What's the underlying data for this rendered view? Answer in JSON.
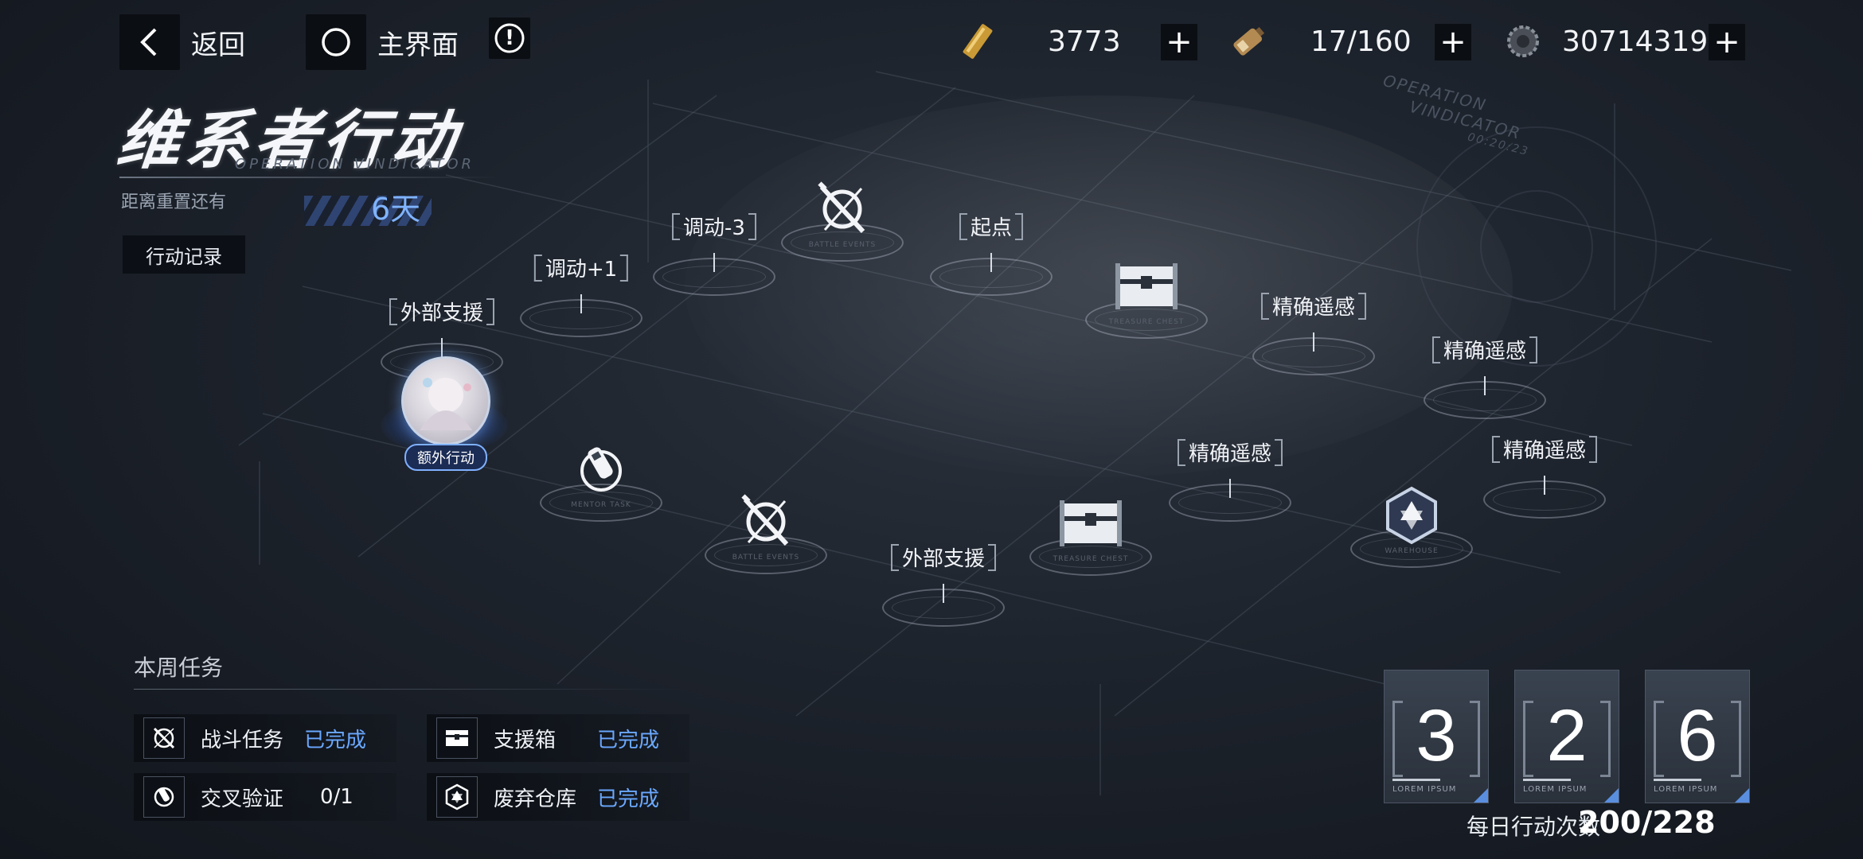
{
  "topbar": {
    "back_label": "返回",
    "home_label": "主界面",
    "info_symbol": "!",
    "resources": [
      {
        "icon": "gold-bar-icon",
        "value": "3773"
      },
      {
        "icon": "battery-icon",
        "value": "17/160"
      },
      {
        "icon": "gear-coin-icon",
        "value": "30714319"
      }
    ],
    "plus_symbol": "+"
  },
  "event": {
    "title": "维系者行动",
    "subtitle": "OPERATION VINDICATOR",
    "reset_label": "距离重置还有",
    "reset_value": "6天",
    "log_button": "行动记录"
  },
  "map": {
    "nodes": [
      {
        "label": "外部支援",
        "type": "support"
      },
      {
        "label": "调动+1",
        "type": "move"
      },
      {
        "label": "调动-3",
        "type": "move"
      },
      {
        "label": "",
        "type": "battle",
        "icon": "crossed-sword-icon",
        "sub": "BATTLE EVENTS"
      },
      {
        "label": "起点",
        "type": "start"
      },
      {
        "label": "",
        "type": "chest",
        "icon": "treasure-chest-icon",
        "sub": "TREASURE CHEST"
      },
      {
        "label": "精确遥感",
        "type": "sense"
      },
      {
        "label": "精确遥感",
        "type": "sense"
      },
      {
        "label": "",
        "type": "verify",
        "icon": "verification-icon",
        "sub": "MENTOR TASK"
      },
      {
        "label": "",
        "type": "battle",
        "icon": "crossed-sword-icon",
        "sub": "BATTLE EVENTS"
      },
      {
        "label": "外部支援",
        "type": "support"
      },
      {
        "label": "",
        "type": "chest",
        "icon": "treasure-chest-icon",
        "sub": "TREASURE CHEST"
      },
      {
        "label": "精确遥感",
        "type": "sense"
      },
      {
        "label": "",
        "type": "warehouse",
        "icon": "warehouse-icon",
        "sub": "WAREHOUSE"
      },
      {
        "label": "精确遥感",
        "type": "sense"
      }
    ],
    "player_tag": "额外行动",
    "deco_text": [
      "OPERATION",
      "VINDICATOR",
      "00:20:23"
    ]
  },
  "tasks": {
    "title": "本周任务",
    "items": [
      {
        "icon": "crossed-sword-icon",
        "name": "战斗任务",
        "status": "已完成"
      },
      {
        "icon": "treasure-chest-icon",
        "name": "支援箱",
        "status": "已完成"
      },
      {
        "icon": "verification-icon",
        "name": "交叉验证",
        "status": "0/1"
      },
      {
        "icon": "warehouse-icon",
        "name": "废弃仓库",
        "status": "已完成"
      }
    ]
  },
  "counters": {
    "digits": [
      "3",
      "2",
      "6"
    ],
    "digit_caption": "LOREM IPSUM",
    "daily_label": "每日行动次数",
    "daily_value": "200/228"
  },
  "colors": {
    "accent_blue": "#6aa8ff",
    "background": "#1d232c",
    "panel": "#0b0e13"
  }
}
